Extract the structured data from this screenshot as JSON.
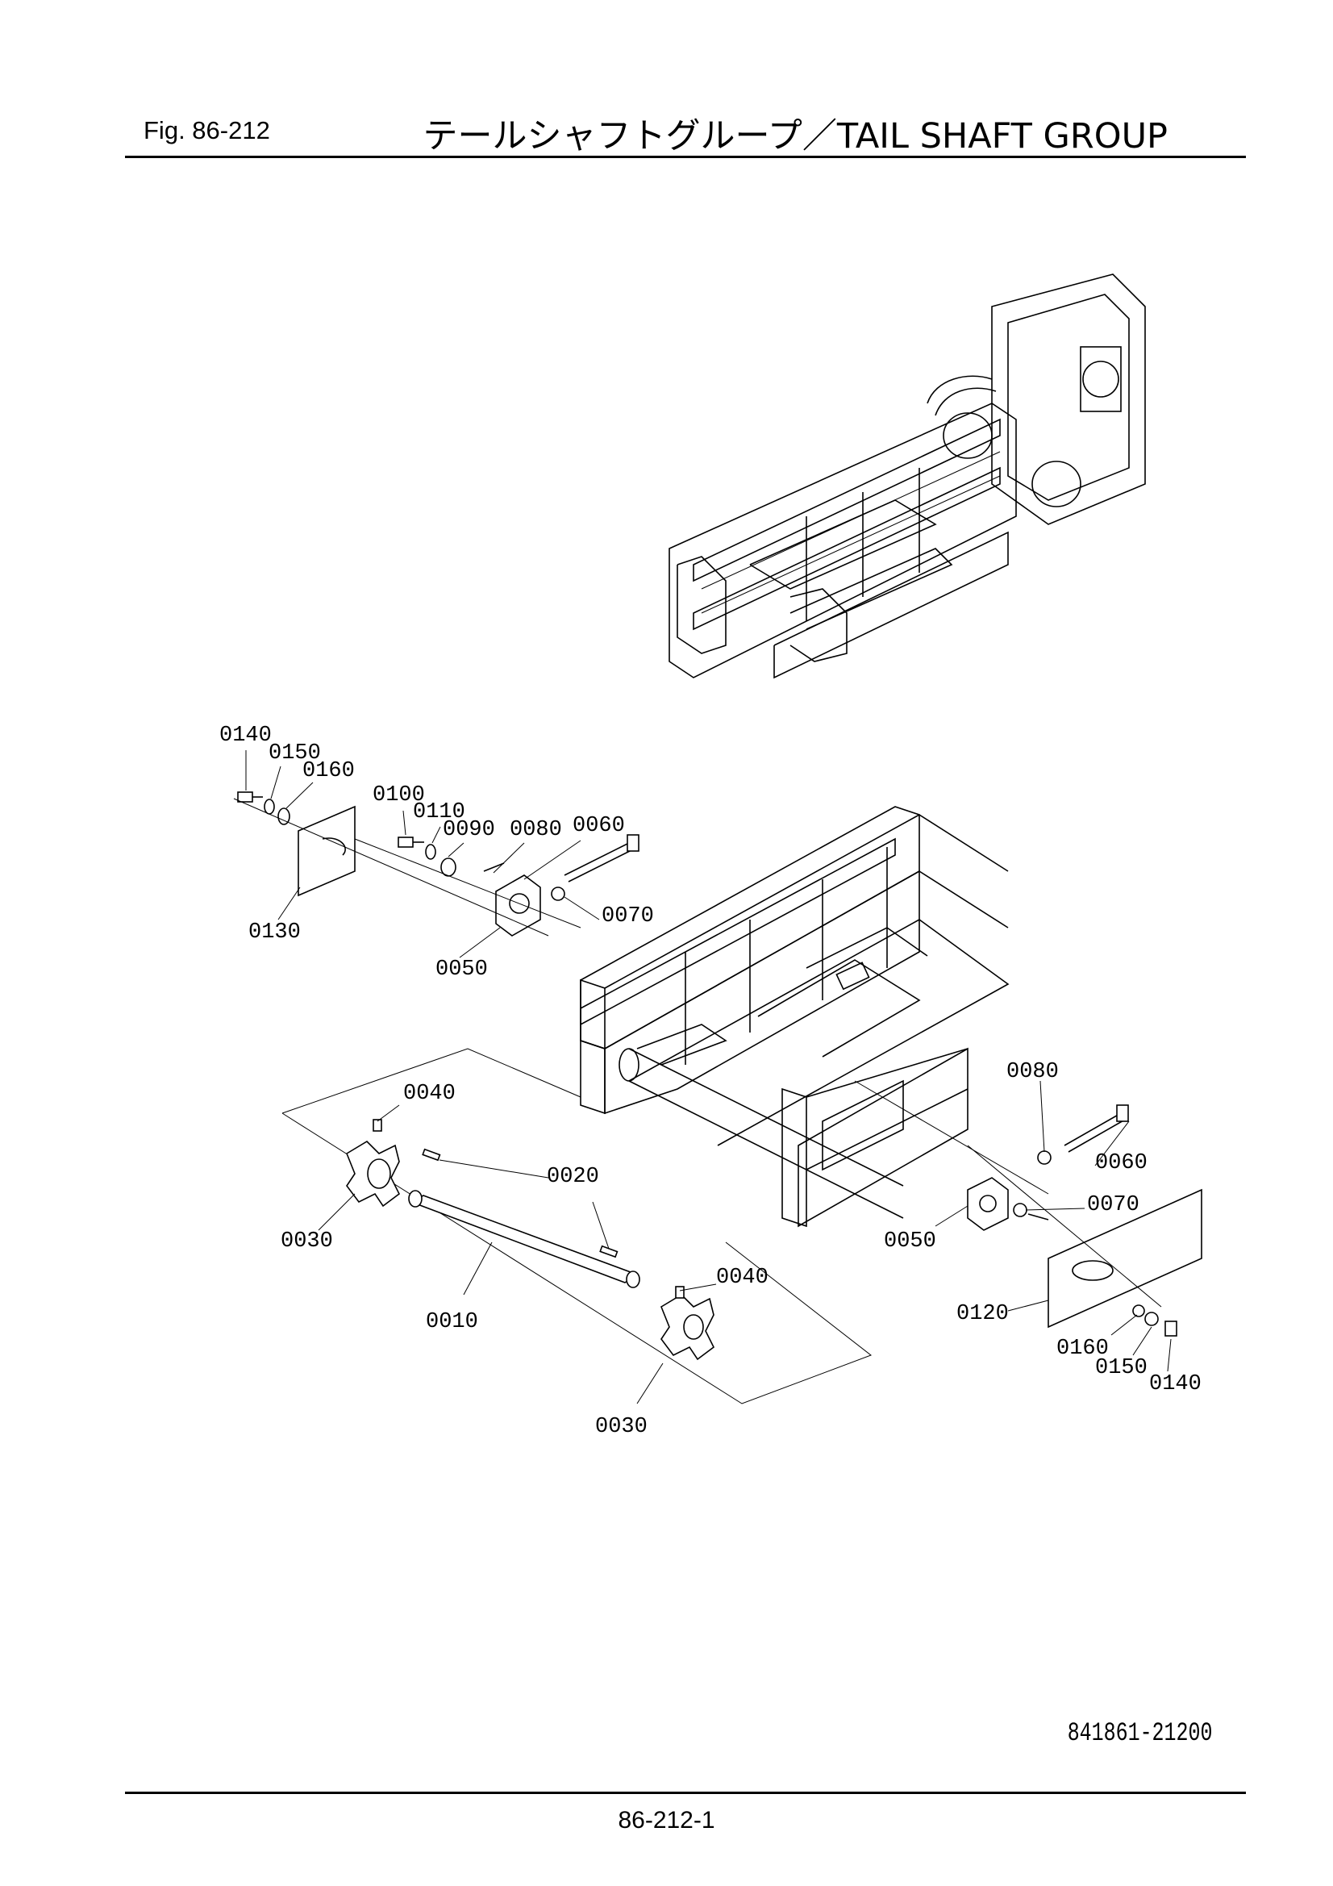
{
  "header": {
    "fig_label": "Fig.  86-212",
    "title": "テールシャフトグループ／TAIL SHAFT GROUP"
  },
  "footer": {
    "drawing_number": "841861-21200",
    "page_number": "86-212-1"
  },
  "callouts": [
    {
      "id": "c0140a",
      "text": "0140"
    },
    {
      "id": "c0150a",
      "text": "0150"
    },
    {
      "id": "c0160a",
      "text": "0160"
    },
    {
      "id": "c0100",
      "text": "0100"
    },
    {
      "id": "c0110",
      "text": "0110"
    },
    {
      "id": "c0090",
      "text": "0090"
    },
    {
      "id": "c0080a",
      "text": "0080"
    },
    {
      "id": "c0060a",
      "text": "0060"
    },
    {
      "id": "c0070a",
      "text": "0070"
    },
    {
      "id": "c0130",
      "text": "0130"
    },
    {
      "id": "c0050a",
      "text": "0050"
    },
    {
      "id": "c0040a",
      "text": "0040"
    },
    {
      "id": "c0020",
      "text": "0020"
    },
    {
      "id": "c0030a",
      "text": "0030"
    },
    {
      "id": "c0010",
      "text": "0010"
    },
    {
      "id": "c0040b",
      "text": "0040"
    },
    {
      "id": "c0030b",
      "text": "0030"
    },
    {
      "id": "c0080b",
      "text": "0080"
    },
    {
      "id": "c0060b",
      "text": "0060"
    },
    {
      "id": "c0070b",
      "text": "0070"
    },
    {
      "id": "c0050b",
      "text": "0050"
    },
    {
      "id": "c0120",
      "text": "0120"
    },
    {
      "id": "c0160b",
      "text": "0160"
    },
    {
      "id": "c0150b",
      "text": "0150"
    },
    {
      "id": "c0140b",
      "text": "0140"
    }
  ]
}
